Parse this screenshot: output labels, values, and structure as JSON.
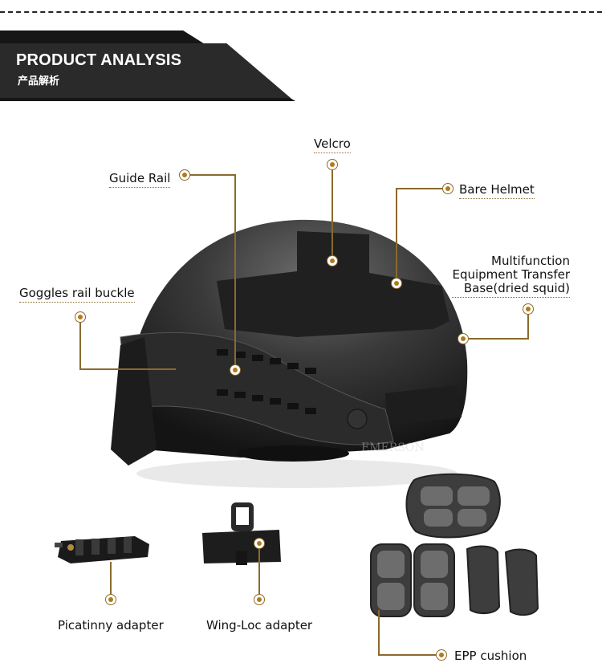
{
  "banner": {
    "title": "PRODUCT ANALYSIS",
    "subtitle": "产品解析"
  },
  "labels": {
    "guide_rail": "Guide Rail",
    "velcro": "Velcro",
    "bare_helmet": "Bare Helmet",
    "multifunction_1": "Multifunction",
    "multifunction_2": "Equipment Transfer",
    "multifunction_3": "Base(dried squid)",
    "goggles": "Goggles rail buckle",
    "picatinny": "Picatinny adapter",
    "wingloc": "Wing-Loc adapter",
    "epp": "EPP cushion"
  },
  "watermark": "EMERSON",
  "colors": {
    "accent": "#8b6a2c",
    "marker_core": "#b27a1e",
    "banner": "#2a2a2a"
  }
}
